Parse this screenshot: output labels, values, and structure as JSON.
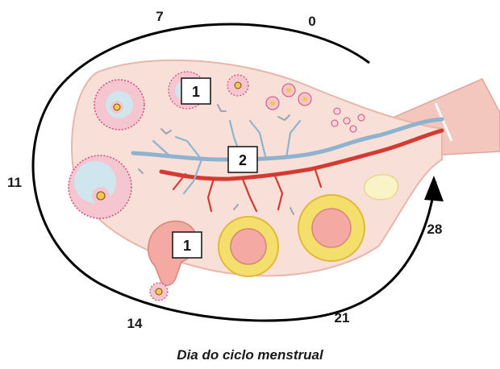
{
  "caption": "Dia do ciclo menstrual",
  "day_labels": {
    "d0": "0",
    "d7": "7",
    "d11": "11",
    "d14": "14",
    "d21": "21",
    "d28": "28"
  },
  "box_labels": {
    "follicle_top": "1",
    "vessels": "2",
    "follicle_bottom": "1"
  },
  "colors": {
    "ovary_fill": "#f7dcd4",
    "ovary_edge": "#e7b7aa",
    "follicle_antrum": "#cfe6ef",
    "granulosa_dots": "#d44a7a",
    "oocyte": "#f2c94c",
    "artery": "#d43a32",
    "vein": "#8fb3cf",
    "corpus_luteum": "#f5df6c",
    "ligament": "#f2b5aa",
    "cycle_line": "#000000"
  }
}
